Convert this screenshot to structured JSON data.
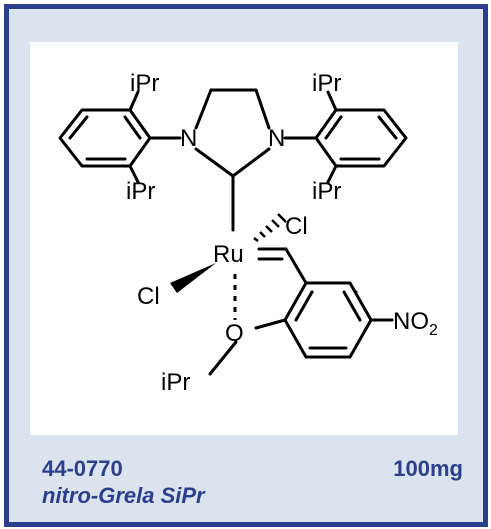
{
  "product": {
    "catalog_number": "44-0770",
    "amount": "100mg",
    "name": "nitro-Grela SiPr"
  },
  "structure": {
    "labels": {
      "ipr": "iPr",
      "n": "N",
      "cl": "Cl",
      "ru": "Ru",
      "o": "O",
      "no2_main": "NO",
      "no2_sub": "2"
    }
  },
  "colors": {
    "border": "#2b3f8c",
    "background": "#dbe3ef",
    "panel": "#ffffff",
    "text_accent": "#2b3f8c"
  }
}
